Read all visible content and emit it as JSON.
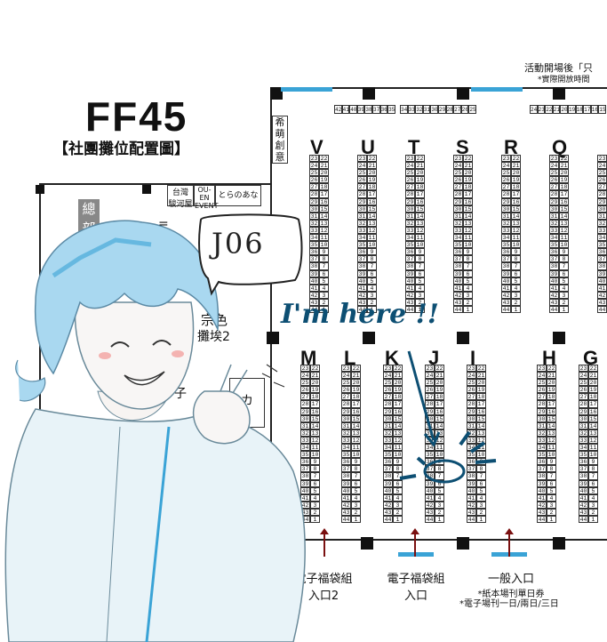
{
  "title": "FF45",
  "subtitle": "【社團攤位配置圖】",
  "notice": "活動開場後「只",
  "notice2": "*實際開放時間",
  "side_box": "希萌創意",
  "booths_top": [
    "台灣",
    "駿河屋",
    "OU-EN",
    "EVENT",
    "とらのあな"
  ],
  "left_label": "總部",
  "side_frag": "宗色",
  "side_frag2": "攤埃2",
  "side_frag3": "子",
  "side_frag4": "カ",
  "top_row_numbers": [
    "42",
    "41",
    "40",
    "39",
    "38",
    "37",
    "36",
    "35",
    "34",
    "33",
    "32",
    "31",
    "30",
    "29",
    "28",
    "27",
    "26",
    "25",
    "24",
    "23",
    "22",
    "21",
    "20",
    "19",
    "18",
    "17",
    "16",
    "15"
  ],
  "top_row_left": "42 41 40 39 38 37 36 35",
  "top_row_mid": "34 33 32 31 30 29 28 27 26 25",
  "top_row_right": "24 23 22 21 20 19 18 17 16 15",
  "upper_letters": [
    "V",
    "U",
    "T",
    "S",
    "R",
    "Q"
  ],
  "lower_letters": [
    "M",
    "L",
    "K",
    "J",
    "I",
    "H",
    "G"
  ],
  "column_rows": [
    [
      "23",
      "22"
    ],
    [
      "24",
      "21"
    ],
    [
      "25",
      "20"
    ],
    [
      "26",
      "19"
    ],
    [
      "27",
      "18"
    ],
    [
      "28",
      "17"
    ],
    [
      "29",
      "16"
    ],
    [
      "30",
      "15"
    ],
    [
      "31",
      "14"
    ],
    [
      "32",
      "13"
    ],
    [
      "33",
      "12"
    ],
    [
      "34",
      "11"
    ],
    [
      "35",
      "10"
    ],
    [
      "36",
      "9"
    ],
    [
      "37",
      "8"
    ],
    [
      "38",
      "7"
    ],
    [
      "39",
      "6"
    ],
    [
      "40",
      "5"
    ],
    [
      "41",
      "4"
    ],
    [
      "42",
      "3"
    ],
    [
      "43",
      "2"
    ],
    [
      "44",
      "1"
    ]
  ],
  "entrances": [
    {
      "label": "電子福袋組",
      "sub": "入口2"
    },
    {
      "label": "電子福袋組",
      "sub": "入口"
    },
    {
      "label": "一般入口",
      "sub": "*紙本場刊單日券"
    }
  ],
  "entrance_note": "*電子場刊一日/兩日/三日",
  "handwritten": {
    "booth": "J06",
    "here": "I'm here !!"
  },
  "colors": {
    "door": "#3aa3d6",
    "ink": "#0d4f73",
    "arrow": "#7a1010",
    "hair": "#a9d8f0",
    "hoodie": "#e8f3f8"
  }
}
